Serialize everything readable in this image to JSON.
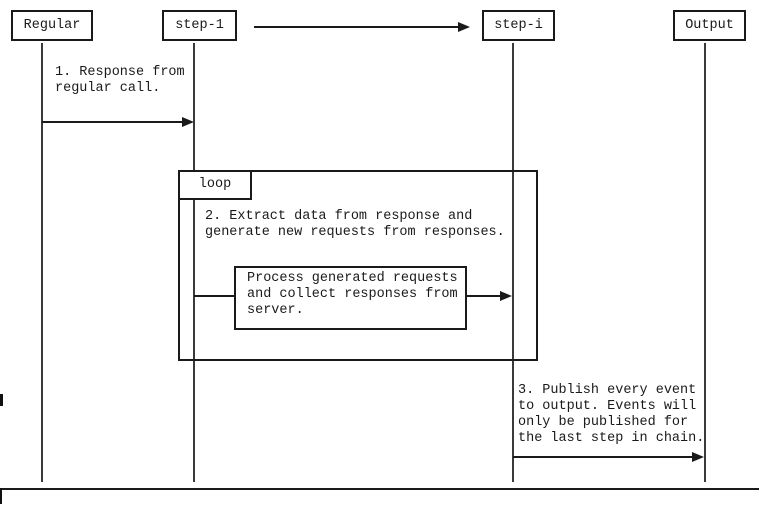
{
  "diagram": {
    "type": "sequence-diagram",
    "participants": [
      {
        "label": "Regular"
      },
      {
        "label": "step-1"
      },
      {
        "label": "step-i"
      },
      {
        "label": "Output"
      }
    ],
    "loop_label": "loop",
    "messages": [
      {
        "text": "1. Response from\nregular call.",
        "from": "Regular",
        "to": "step-1"
      },
      {
        "text": "2. Extract data from response and\ngenerate new requests from responses.",
        "from": "step-1",
        "to": "step-1"
      },
      {
        "text": "Process generated requests\nand collect responses from\nserver.",
        "from": "step-1",
        "to": "step-i"
      },
      {
        "text": "3. Publish every event\nto output. Events will\nonly be published for\nthe last step in chain.",
        "from": "step-i",
        "to": "Output"
      }
    ],
    "colors": {
      "line": "#1a1a1a",
      "lifeline": "#3a3a3a",
      "background": "#ffffff"
    }
  }
}
